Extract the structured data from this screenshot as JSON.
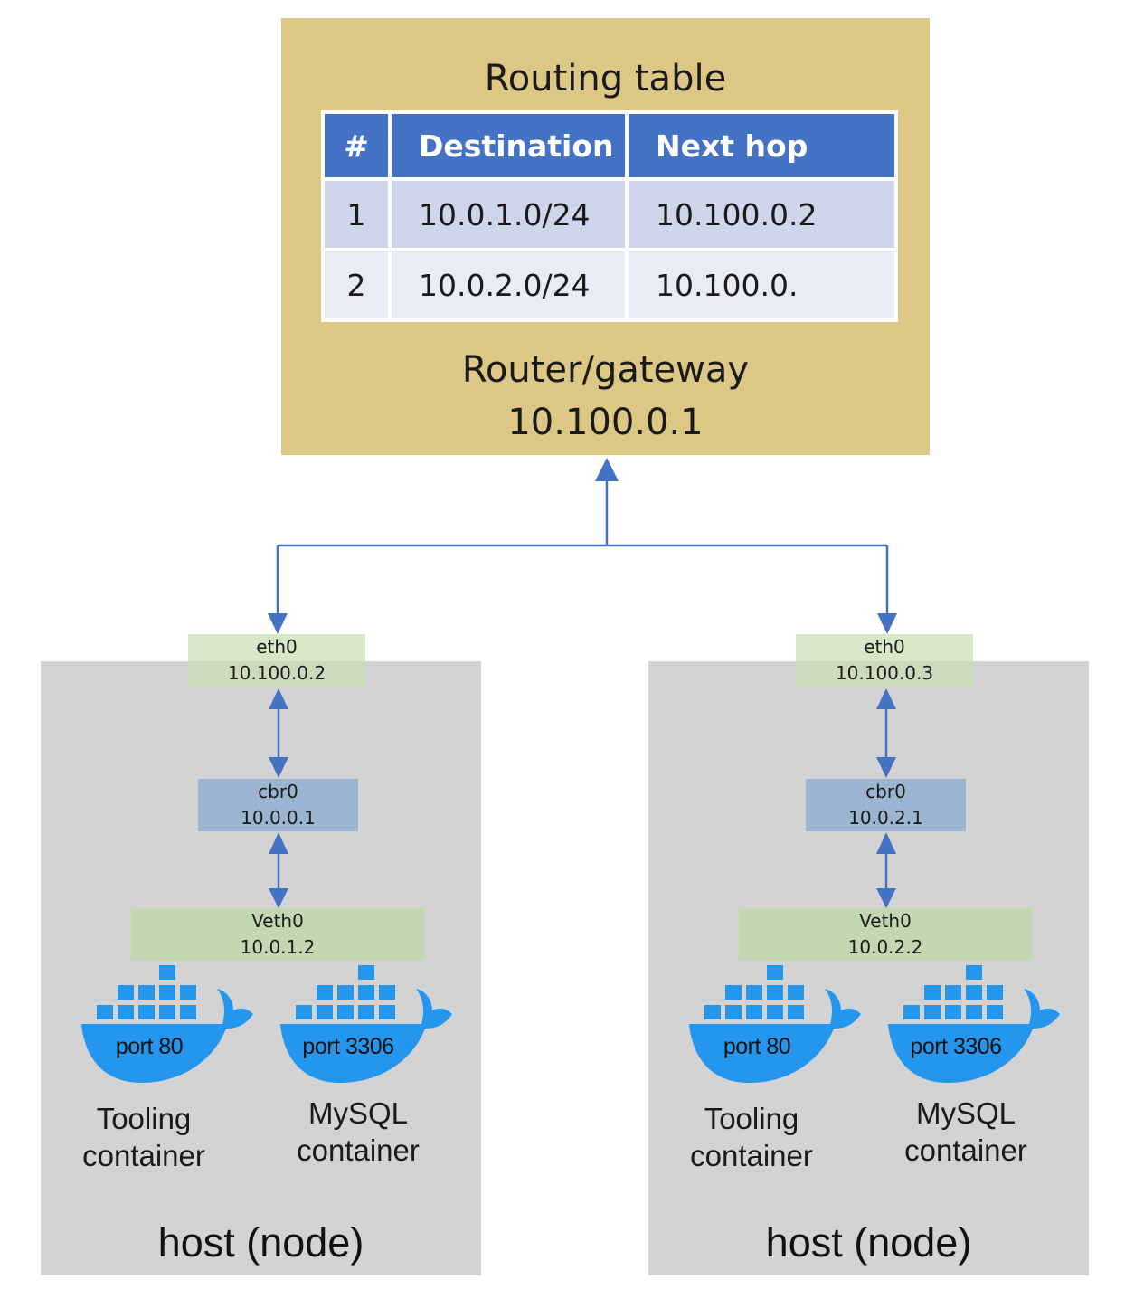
{
  "router": {
    "title": "Routing table",
    "table": {
      "headers": [
        "#",
        "Destination",
        "Next hop"
      ],
      "rows": [
        [
          "1",
          "10.0.1.0/24",
          "10.100.0.2"
        ],
        [
          "2",
          "10.0.2.0/24",
          "10.100.0."
        ]
      ]
    },
    "name": "Router/gateway",
    "ip": "10.100.0.1"
  },
  "hosts": [
    {
      "label": "host (node)",
      "eth": {
        "name": "eth0",
        "ip": "10.100.0.2"
      },
      "cbr": {
        "name": "cbr0",
        "ip": "10.0.0.1"
      },
      "veth": {
        "name": "Veth0",
        "ip": "10.0.1.2"
      },
      "containers": [
        {
          "port": "port 80",
          "name_line1": "Tooling",
          "name_line2": "container"
        },
        {
          "port": "port 3306",
          "name_line1": "MySQL",
          "name_line2": "container"
        }
      ]
    },
    {
      "label": "host (node)",
      "eth": {
        "name": "eth0",
        "ip": "10.100.0.3"
      },
      "cbr": {
        "name": "cbr0",
        "ip": "10.0.2.1"
      },
      "veth": {
        "name": "Veth0",
        "ip": "10.0.2.2"
      },
      "containers": [
        {
          "port": "port 80",
          "name_line1": "Tooling",
          "name_line2": "container"
        },
        {
          "port": "port 3306",
          "name_line1": "MySQL",
          "name_line2": "container"
        }
      ]
    }
  ],
  "colors": {
    "router_bg": "#dcc785",
    "table_header": "#4472c4",
    "arrow": "#4472c4",
    "host_bg": "#d3d3d3",
    "docker_blue": "#2496ed"
  }
}
